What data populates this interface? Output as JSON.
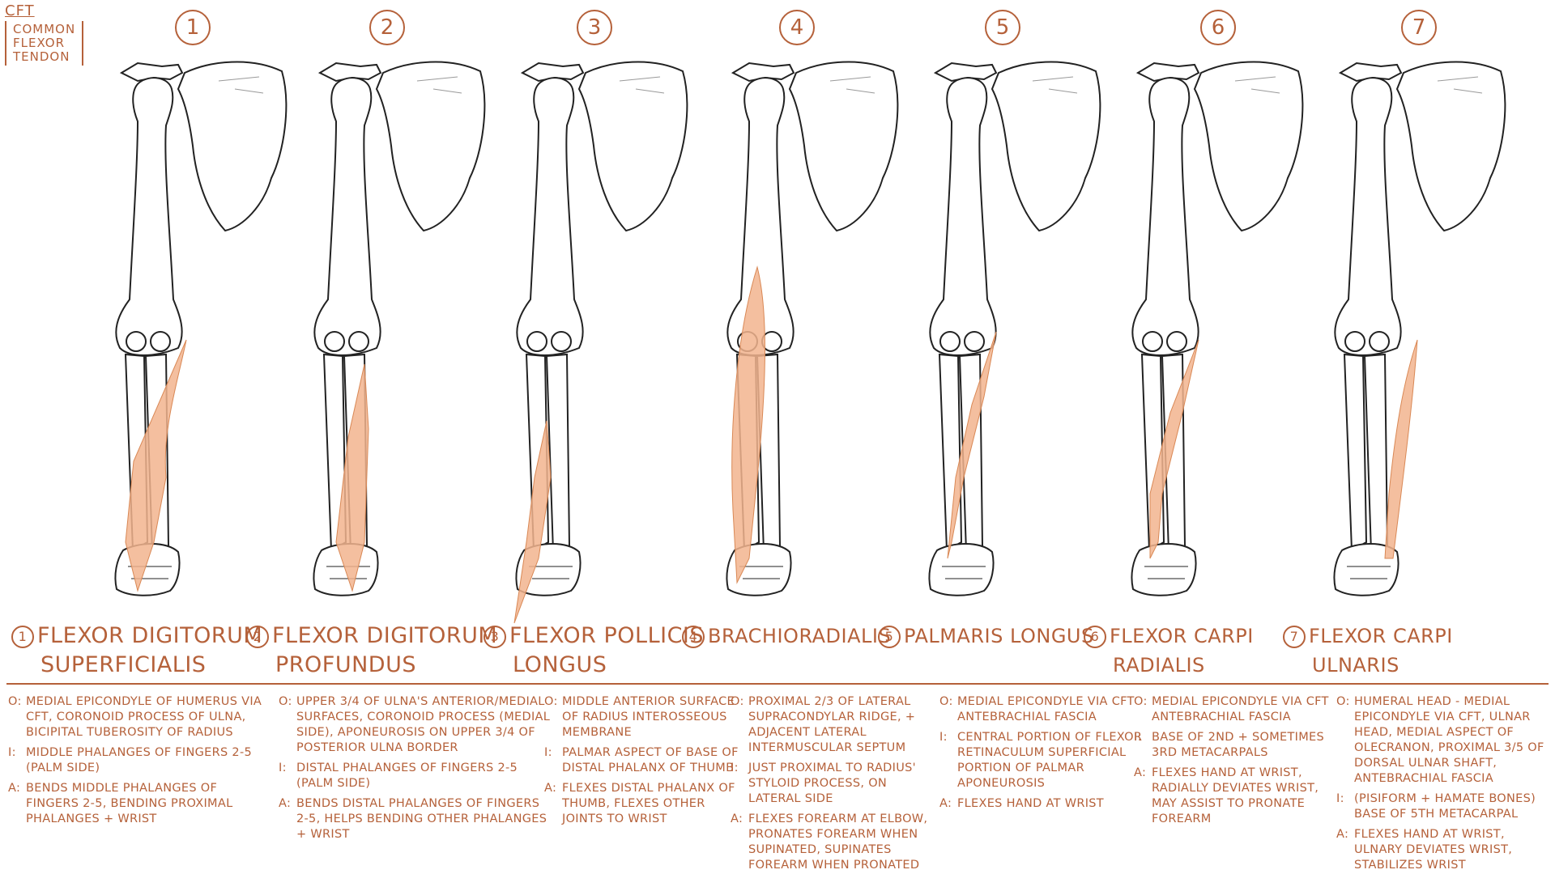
{
  "key": {
    "abbr": "CFT",
    "line1": "COMMON",
    "line2": "FLEXOR",
    "line3": "TENDON"
  },
  "colors": {
    "ink": "#b5613a",
    "muscle_fill": "#f2b48e",
    "bone_stroke": "#222222"
  },
  "panels": [
    {
      "number": "1",
      "name_line1": "FLEXOR DIGITORUM",
      "name_line2": "SUPERFICIALIS",
      "origin": "MEDIAL EPICONDYLE OF HUMERUS VIA CFT, CORONOID PROCESS OF ULNA, BICIPITAL TUBEROSITY OF RADIUS",
      "insertion": "MIDDLE PHALANGES OF FINGERS 2-5 (PALM SIDE)",
      "action": "BENDS MIDDLE PHALANGES OF FINGERS 2-5, BENDING PROXIMAL PHALANGES + WRIST"
    },
    {
      "number": "2",
      "name_line1": "FLEXOR DIGITORUM",
      "name_line2": "PROFUNDUS",
      "origin": "UPPER 3/4 OF ULNA'S ANTERIOR/MEDIAL SURFACES, CORONOID PROCESS (MEDIAL SIDE), APONEUROSIS ON UPPER 3/4 OF POSTERIOR ULNA BORDER",
      "insertion": "DISTAL PHALANGES OF FINGERS 2-5 (PALM SIDE)",
      "action": "BENDS DISTAL PHALANGES OF FINGERS 2-5, HELPS BENDING OTHER PHALANGES + WRIST"
    },
    {
      "number": "3",
      "name_line1": "FLEXOR POLLICIS",
      "name_line2": "LONGUS",
      "origin": "MIDDLE ANTERIOR SURFACE OF RADIUS INTEROSSEOUS MEMBRANE",
      "insertion": "PALMAR ASPECT OF BASE OF DISTAL PHALANX OF THUMB",
      "action": "FLEXES DISTAL PHALANX OF THUMB, FLEXES OTHER JOINTS TO WRIST"
    },
    {
      "number": "4",
      "name_line1": "BRACHIORADIALIS",
      "name_line2": "",
      "origin": "PROXIMAL 2/3 OF LATERAL SUPRACONDYLAR RIDGE, + ADJACENT LATERAL INTERMUSCULAR SEPTUM",
      "insertion": "JUST PROXIMAL TO RADIUS' STYLOID PROCESS, ON LATERAL SIDE",
      "action": "FLEXES FOREARM AT ELBOW, PRONATES FOREARM WHEN SUPINATED, SUPINATES FOREARM WHEN PRONATED"
    },
    {
      "number": "5",
      "name_line1": "PALMARIS LONGUS",
      "name_line2": "",
      "origin": "MEDIAL EPICONDYLE VIA CFT ANTEBRACHIAL FASCIA",
      "insertion": "CENTRAL PORTION OF FLEXOR RETINACULUM SUPERFICIAL PORTION OF PALMAR APONEUROSIS",
      "action": "FLEXES HAND AT WRIST"
    },
    {
      "number": "6",
      "name_line1": "FLEXOR CARPI",
      "name_line2": "RADIALIS",
      "origin": "MEDIAL EPICONDYLE VIA CFT ANTEBRACHIAL FASCIA",
      "insertion": "BASE OF 2ND + SOMETIMES 3RD METACARPALS",
      "action": "FLEXES HAND AT WRIST, RADIALLY DEVIATES WRIST, MAY ASSIST TO PRONATE FOREARM"
    },
    {
      "number": "7",
      "name_line1": "FLEXOR CARPI",
      "name_line2": "ULNARIS",
      "origin": "HUMERAL HEAD - MEDIAL EPICONDYLE VIA CFT, ULNAR HEAD, MEDIAL ASPECT OF OLECRANON, PROXIMAL 3/5 OF DORSAL ULNAR SHAFT, ANTEBRACHIAL FASCIA",
      "insertion": "(PISIFORM + HAMATE BONES) BASE OF 5TH METACARPAL",
      "action": "FLEXES HAND AT WRIST, ULNARY DEVIATES WRIST, STABILIZES WRIST"
    }
  ],
  "labels": {
    "origin_key": "O:",
    "insertion_key": "I:",
    "action_key": "A:"
  }
}
